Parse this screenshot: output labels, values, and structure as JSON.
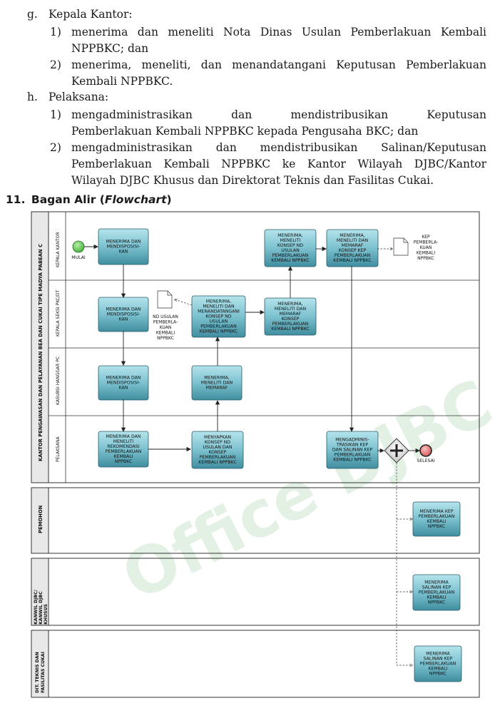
{
  "text": {
    "g_label": "g.",
    "g_title": "Kepala Kantor:",
    "g1_num": "1)",
    "g1_l1": "menerima dan meneliti Nota Dinas Usulan Pemberlakuan Kembali",
    "g1_l2": "NPPBKC; dan",
    "g2_num": "2)",
    "g2_l1": "menerima, meneliti, dan menandatangani Keputusan Pemberlakuan",
    "g2_l2": "Kembali NPPBKC.",
    "h_label": "h.",
    "h_title": "Pelaksana:",
    "h1_num": "1)",
    "h1_l1": "mengadministrasikan dan mendistribusikan Keputusan",
    "h1_l2": "Pemberlakuan Kembali NPPBKC kepada Pengusaha BKC; dan",
    "h2_num": "2)",
    "h2_l1": "mengadministrasikan dan mendistribusikan Salinan/Keputusan",
    "h2_l2": "Pemberlakuan Kembali NPPBKC ke Kantor Wilayah DJBC/Kantor",
    "h2_l3": "Wilayah DJBC Khusus dan Direktorat Teknis dan Fasilitas Cukai.",
    "section_num": "11.",
    "section_title": "Bagan Alir (",
    "section_title_italic": "Flowchart",
    "section_title_end": ")"
  },
  "flowchart": {
    "watermark": "Office DJBC",
    "pool_main": "KANTOR PENGAWASAN DAN PELAYANAN BEA DAN CUKAI TIPE MADYA PABEAN C",
    "lanes": {
      "kepala_kantor": "KEPALA KANTOR",
      "kepala_seksi": "KEPALA SEKSI PKC/DT",
      "kasubsi": "KASUBSI HANGGAR PC",
      "pelaksana": "PELAKSANA",
      "pemohon": "PEMOHON",
      "kanwil": "KANWIL DJBC/ KANWIL DJBC KHUSUS",
      "dit": "DIT. TEKNIS DAN FASILITAS CUKAI"
    },
    "start": "MULAI",
    "end": "SELESAI",
    "boxes": {
      "kk1": [
        "MENERIMA DAN",
        "MENDISPOSISI-",
        "KAN"
      ],
      "kk2": [
        "MENERIMA,",
        "MENELITI",
        "KONSEP ND",
        "USULAN",
        "PEMBERLAKUAN",
        "KEMBALI NPPBKC"
      ],
      "kk3": [
        "MENERIMA,",
        "MENELITI DAN",
        "MEMARAF",
        "KONSEP KEP",
        "PEMBERLAKUAN",
        "KEMBALI NPPBKC"
      ],
      "ks1": [
        "MENERIMA DAN",
        "MENDISPOSISI-",
        "KAN"
      ],
      "ks2": [
        "MENERIMA,",
        "MENELITI DAN",
        "MENANDATANGANI",
        "KONSEP ND",
        "USULAN",
        "PEMBERLAKUAN",
        "KEMBALI NPPBKC"
      ],
      "ks3": [
        "MENERIMA,",
        "MENELITI DAN",
        "MEMARAF",
        "KONSEP",
        "PEMBERLAKUAN",
        "KEMBALI NPPBKC"
      ],
      "kh1": [
        "MENERIMA DAN",
        "MENDISPOSISI-",
        "KAN"
      ],
      "kh2": [
        "MENERIMA,",
        "MENELITI DAN",
        "MEMARAF"
      ],
      "pl1": [
        "MENERIMA DAN",
        "MENELITI",
        "REKOMENDASI",
        "PEMBERLAKUAN",
        "KEMBALI",
        "NPPBKC"
      ],
      "pl2": [
        "MENYAPKAN",
        "KONSEP ND",
        "USULAN DAN",
        "KONSEP",
        "PEMBERLAKUAN",
        "KEMBALI NPPBKC"
      ],
      "pl3": [
        "MENGADMINIS-",
        "TRASIKAN KEP",
        "DAN SALINAN KEP",
        "PEMBERLAKUAN",
        "KEMBALI NPPBKC"
      ],
      "pm1": [
        "MENERIMA KEP",
        "PEMBERLAKUAN",
        "KEMBALI",
        "NPPBKC"
      ],
      "kw1": [
        "MENERIMA",
        "SALINAN KEP",
        "PEMBERLAKUAN",
        "KEMBALI",
        "NPPBKC"
      ],
      "dt1": [
        "MENERIMA",
        "SALINAN KEP",
        "PEMBERLAKUAN",
        "KEMBALI",
        "NPPBKC"
      ]
    },
    "docs": {
      "doc_kep": [
        "KEP",
        "PEMBERLA-",
        "KUAN",
        "KEMBALI",
        "NPPBKC"
      ],
      "doc_nd": [
        "ND USULAN",
        "PEMBERLA-",
        "KUAN",
        "KEMBALI",
        "NPPBKC"
      ]
    },
    "colors": {
      "box_top": "#a9dde6",
      "box_bottom": "#3f8ea0",
      "start": "#55c84a",
      "end": "#e07070",
      "watermark": "#2e9a3a"
    }
  }
}
